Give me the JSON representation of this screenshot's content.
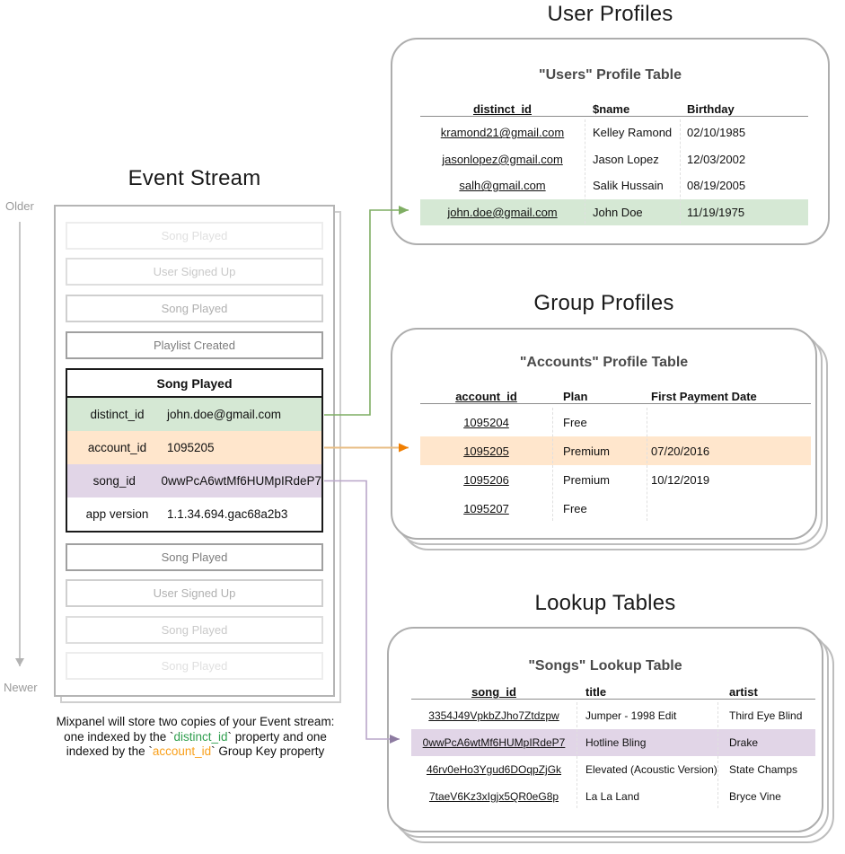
{
  "titles": {
    "event_stream": "Event Stream",
    "user_profiles": "User Profiles",
    "group_profiles": "Group Profiles",
    "lookup_tables": "Lookup Tables"
  },
  "event_stream": {
    "older_label": "Older",
    "newer_label": "Newer",
    "events_before": [
      {
        "label": "Song Played"
      },
      {
        "label": "User Signed Up"
      },
      {
        "label": "Song Played"
      },
      {
        "label": "Playlist Created"
      }
    ],
    "expanded_event": {
      "title": "Song Played",
      "properties": [
        {
          "key": "distinct_id",
          "value": "john.doe@gmail.com",
          "highlight": "green"
        },
        {
          "key": "account_id",
          "value": "1095205",
          "highlight": "orange"
        },
        {
          "key": "song_id",
          "value": "0wwPcA6wtMf6HUMpIRdeP7",
          "highlight": "purple"
        },
        {
          "key": "app version",
          "value": "1.1.34.694.gac68a2b3",
          "highlight": "none"
        }
      ]
    },
    "events_after": [
      {
        "label": "Song Played"
      },
      {
        "label": "User Signed Up"
      },
      {
        "label": "Song Played"
      },
      {
        "label": "Song Played"
      }
    ]
  },
  "users_table": {
    "card_title": "\"Users\" Profile Table",
    "columns": [
      "distinct_id",
      "$name",
      "Birthday"
    ],
    "rows": [
      [
        "kramond21@gmail.com",
        "Kelley Ramond",
        "02/10/1985"
      ],
      [
        "jasonlopez@gmail.com",
        "Jason Lopez",
        "12/03/2002"
      ],
      [
        "salh@gmail.com",
        "Salik Hussain",
        "08/19/2005"
      ],
      [
        "john.doe@gmail.com",
        "John Doe",
        "11/19/1975"
      ]
    ],
    "highlighted_row_index": 3
  },
  "accounts_table": {
    "card_title": "\"Accounts\" Profile Table",
    "columns": [
      "account_id",
      "Plan",
      "First Payment Date"
    ],
    "rows": [
      [
        "1095204",
        "Free",
        ""
      ],
      [
        "1095205",
        "Premium",
        "07/20/2016"
      ],
      [
        "1095206",
        "Premium",
        "10/12/2019"
      ],
      [
        "1095207",
        "Free",
        ""
      ]
    ],
    "highlighted_row_index": 1
  },
  "songs_table": {
    "card_title": "\"Songs\" Lookup Table",
    "columns": [
      "song_id",
      "title",
      "artist"
    ],
    "rows": [
      [
        "3354J49VpkbZJho7Ztdzpw",
        "Jumper - 1998 Edit",
        "Third Eye Blind"
      ],
      [
        "0wwPcA6wtMf6HUMpIRdeP7",
        "Hotline Bling",
        "Drake"
      ],
      [
        "46rv0eHo3Ygud6DOqpZjGk",
        "Elevated (Acoustic Version)",
        "State Champs"
      ],
      [
        "7taeV6Kz3xIgjx5QR0eG8p",
        "La La Land",
        "Bryce Vine"
      ]
    ],
    "highlighted_row_index": 1
  },
  "caption": {
    "line1": "Mixpanel will store two copies of your Event stream:",
    "line2_prefix": "one indexed by the `",
    "line2_code": "distinct_id",
    "line2_suffix": "` property and one",
    "line3_prefix": "indexed by the `",
    "line3_code": "account_id",
    "line3_suffix": "` Group Key property"
  },
  "colors": {
    "green_highlight": "#d5e8d4",
    "orange_highlight": "#ffe6cc",
    "purple_highlight": "#e1d5e7",
    "green_arrow": "#7fae63",
    "orange_arrow_line": "#e8be85",
    "orange_arrow_head": "#f07e00",
    "purple_arrow_line": "#b9a6c9",
    "purple_arrow_head": "#8d7ba1",
    "caption_green": "#2f9e4e",
    "caption_orange": "#f9a01b"
  }
}
